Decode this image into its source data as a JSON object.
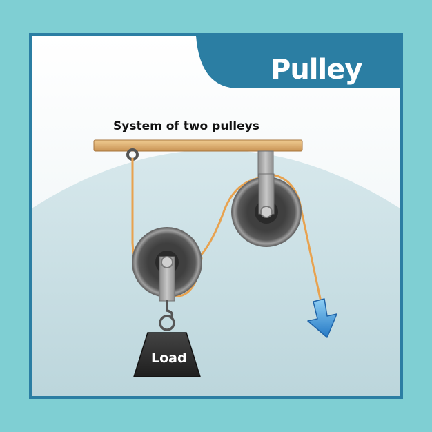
{
  "title": "Pulley",
  "subtitle": "System of two pulleys",
  "load_label": "Load",
  "colors": {
    "page_background": "#7fcfd3",
    "banner": "#2b7ea3",
    "beam": "#e2b87a",
    "rope": "#e8a24f",
    "pulley_dark": "#4a4a4a",
    "pulley_rim": "#9a9a9a",
    "arrow": "#3a9ad9",
    "weight": "#2b2b2b"
  },
  "icons": {
    "arrow": "down-arrow-icon",
    "hook": "hook-icon"
  }
}
